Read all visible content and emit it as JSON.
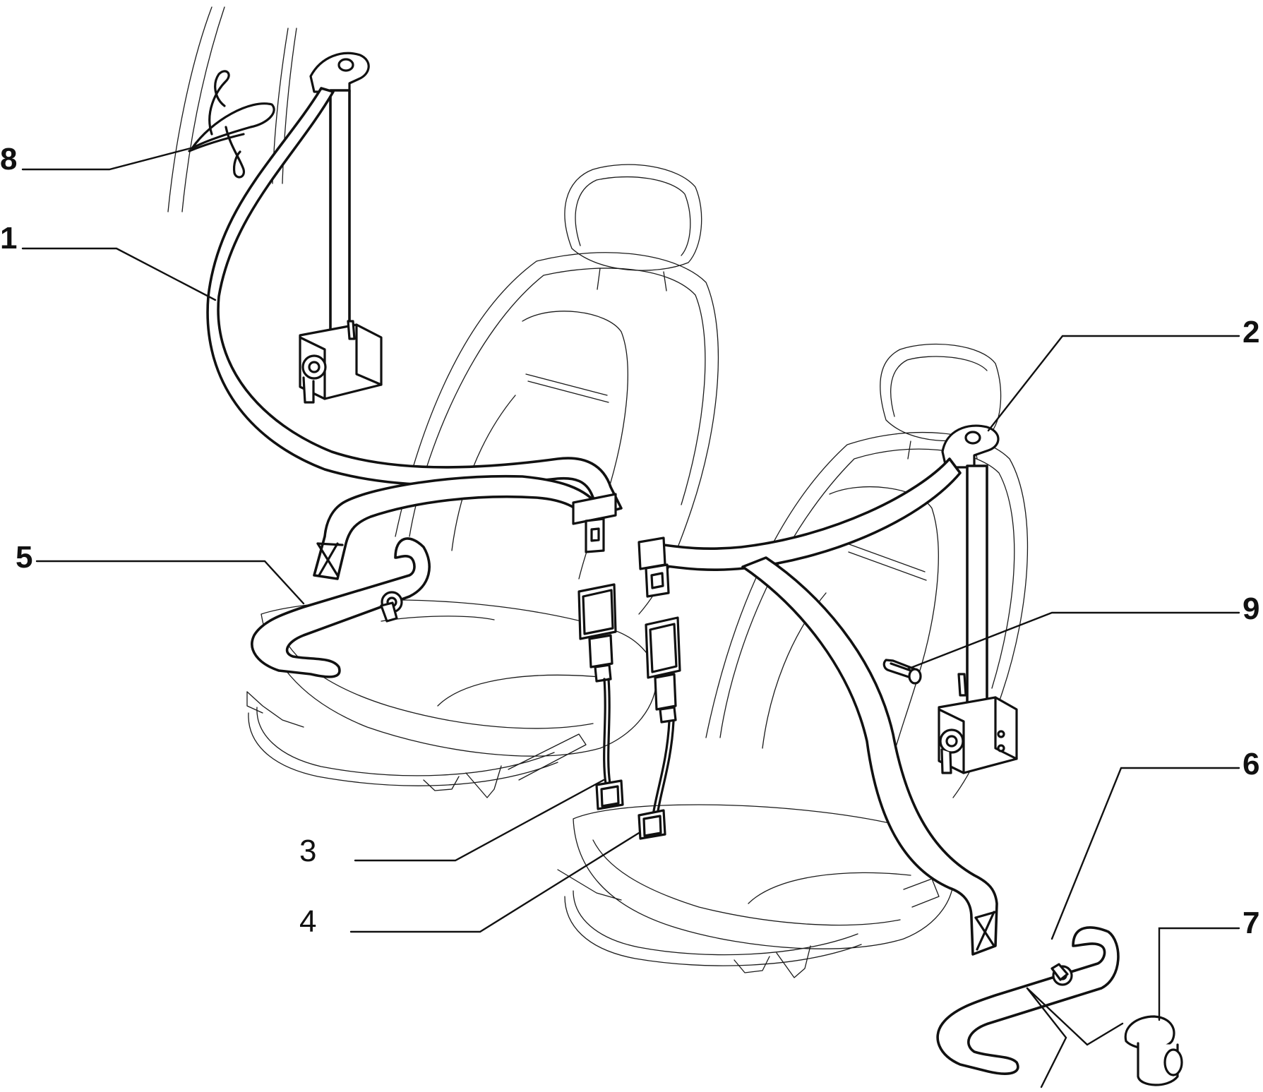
{
  "diagram": {
    "callouts": [
      {
        "id": "1",
        "text": "1",
        "bold": true
      },
      {
        "id": "2",
        "text": "2",
        "bold": true
      },
      {
        "id": "3",
        "text": "3",
        "bold": false
      },
      {
        "id": "4",
        "text": "4",
        "bold": false
      },
      {
        "id": "5",
        "text": "5",
        "bold": true
      },
      {
        "id": "6",
        "text": "6",
        "bold": true
      },
      {
        "id": "7",
        "text": "7",
        "bold": true
      },
      {
        "id": "8",
        "text": "8",
        "bold": true
      },
      {
        "id": "9",
        "text": "9",
        "bold": true
      }
    ],
    "colors": {
      "line": "#111111",
      "background": "#ffffff"
    }
  }
}
